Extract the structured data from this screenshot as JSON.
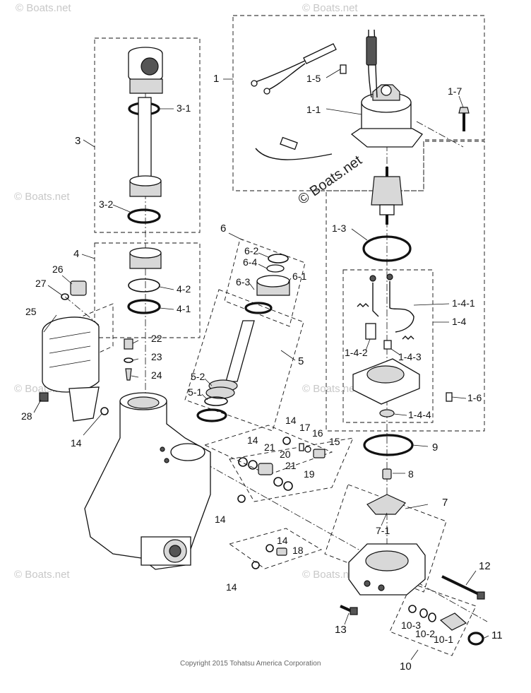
{
  "diagram": {
    "watermarks": {
      "brand": "© Boats.net",
      "copyright": "Copyright 2015 Tohatsu America Corporation"
    },
    "labels": {
      "p1": "1",
      "p1_1": "1-1",
      "p1_3": "1-3",
      "p1_4": "1-4",
      "p1_4_1": "1-4-1",
      "p1_4_2": "1-4-2",
      "p1_4_3": "1-4-3",
      "p1_4_4": "1-4-4",
      "p1_5": "1-5",
      "p1_6": "1-6",
      "p1_7": "1-7",
      "p3": "3",
      "p3_1": "3-1",
      "p3_2": "3-2",
      "p4": "4",
      "p4_1": "4-1",
      "p4_2": "4-2",
      "p5": "5",
      "p5_1": "5-1",
      "p5_2": "5-2",
      "p6": "6",
      "p6_1": "6-1",
      "p6_2": "6-2",
      "p6_3": "6-3",
      "p6_4": "6-4",
      "p7": "7",
      "p7_1": "7-1",
      "p8": "8",
      "p9": "9",
      "p10": "10",
      "p10_1": "10-1",
      "p10_2": "10-2",
      "p10_3": "10-3",
      "p11": "11",
      "p12": "12",
      "p13": "13",
      "p14": "14",
      "p15": "15",
      "p16": "16",
      "p17": "17",
      "p18": "18",
      "p19": "19",
      "p20": "20",
      "p21": "21",
      "p22": "22",
      "p23": "23",
      "p24": "24",
      "p25": "25",
      "p26": "26",
      "p27": "27",
      "p28": "28"
    }
  }
}
